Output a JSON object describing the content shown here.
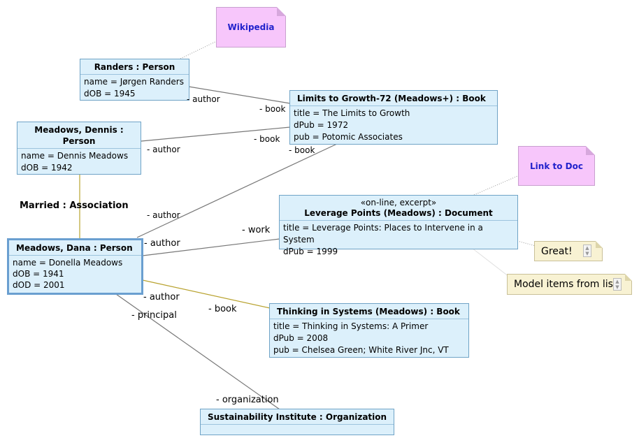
{
  "notes": {
    "wikipedia": "Wikipedia",
    "link_to_doc": "Link to Doc"
  },
  "comments": {
    "great": "Great!",
    "model_items": "Model items from list"
  },
  "objects": {
    "randers": {
      "title": "Randers : Person",
      "attrs": [
        "name = Jørgen Randers",
        "dOB = 1945"
      ]
    },
    "dennis": {
      "title": "Meadows, Dennis : Person",
      "attrs": [
        "name = Dennis Meadows",
        "dOB = 1942"
      ]
    },
    "dana": {
      "title": "Meadows, Dana : Person",
      "attrs": [
        "name = Donella Meadows",
        "dOB = 1941",
        "dOD = 2001"
      ]
    },
    "limits": {
      "title": "Limits to Growth-72 (Meadows+) : Book",
      "attrs": [
        "title = The Limits to Growth",
        "dPub = 1972",
        "pub = Potomic Associates"
      ]
    },
    "leverage": {
      "stereotype": "«on-line, excerpt»",
      "title": "Leverage Points (Meadows) : Document",
      "attrs": [
        "title = Leverage Points: Places to Intervene in a System",
        "dPub = 1999"
      ]
    },
    "thinking": {
      "title": "Thinking in Systems (Meadows) : Book",
      "attrs": [
        "title = Thinking in Systems: A Primer",
        "dPub = 2008",
        "pub = Chelsea Green; White River Jnc, VT"
      ]
    },
    "institute": {
      "title": "Sustainability Institute : Organization",
      "attrs": []
    }
  },
  "association": "Married : Association",
  "roles": {
    "randers_author": "- author",
    "randers_book": "- book",
    "dennis_author": "- author",
    "dennis_book": "- book",
    "limits_book": "- book",
    "dana_author_limits": "- author",
    "dana_author_leverage": "- author",
    "leverage_work": "- work",
    "dana_author_thinking": "- author",
    "thinking_book": "- book",
    "principal": "- principal",
    "organization": "- organization"
  }
}
